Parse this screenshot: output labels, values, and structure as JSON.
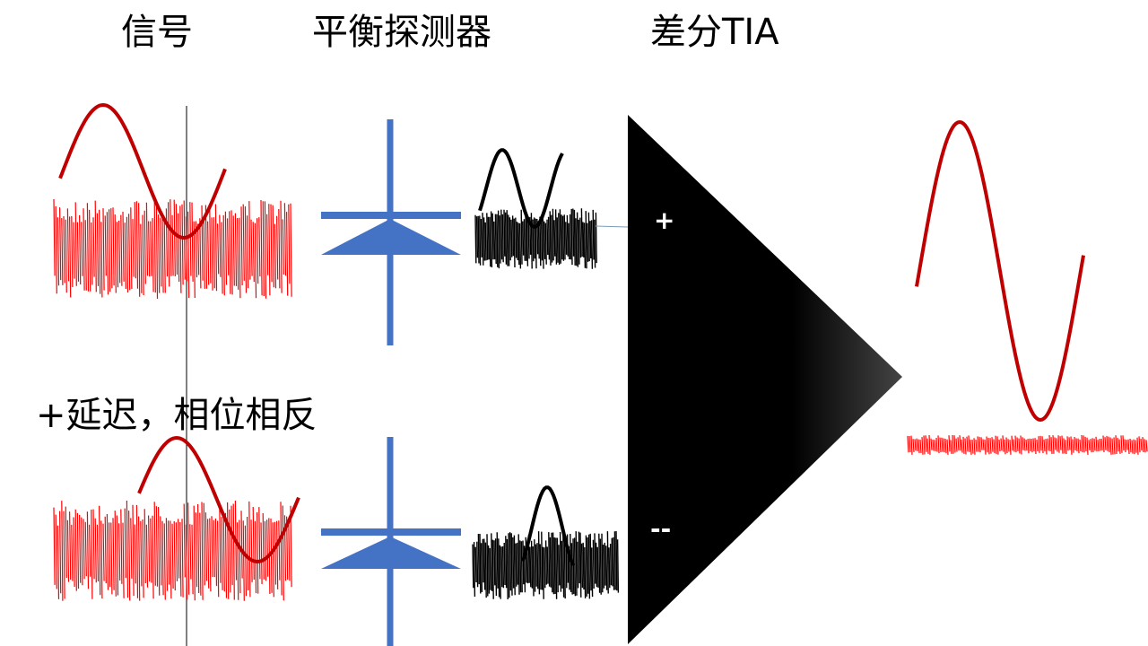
{
  "labels": {
    "signal": "信号",
    "balanced_detector": "平衡探测器",
    "differential_tia": "差分TIA",
    "delay_note": "+延迟，相位相反",
    "plus_input": "+",
    "minus_input": "--"
  },
  "colors": {
    "signal": "#cc0000",
    "noise": "#ff0000",
    "detected": "#000000",
    "diode": "#4472c4",
    "amplifier": "#000000"
  }
}
